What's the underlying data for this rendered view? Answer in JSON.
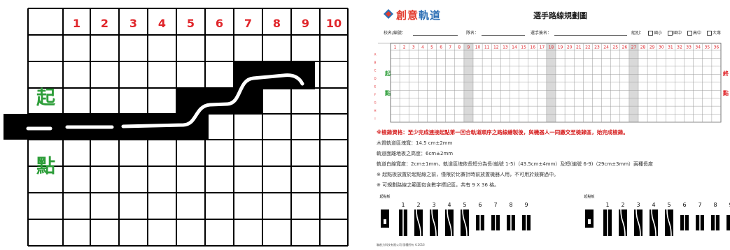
{
  "left_panel": {
    "columns": [
      "1",
      "2",
      "3",
      "4",
      "5",
      "6",
      "7",
      "8",
      "9",
      "10"
    ],
    "start_label_top": "起",
    "start_label_bottom": "點"
  },
  "form": {
    "logo_text_a": "創意",
    "logo_text_b": "軌道",
    "title": "選手路線規劃圖",
    "fields": {
      "school": "校名/編號：",
      "team": "隊名：",
      "player": "選手簽名：",
      "group": "組別："
    },
    "groups": [
      "國小",
      "國中",
      "高中",
      "大專"
    ],
    "grid": {
      "columns": [
        "1",
        "2",
        "3",
        "4",
        "5",
        "6",
        "7",
        "8",
        "9",
        "10",
        "11",
        "12",
        "13",
        "14",
        "15",
        "16",
        "17",
        "18",
        "19",
        "20",
        "21",
        "22",
        "23",
        "24",
        "25",
        "26",
        "27",
        "28",
        "29",
        "30",
        "31",
        "32",
        "33",
        "34",
        "35",
        "36"
      ],
      "rows": [
        "A",
        "B",
        "C",
        "D",
        "E",
        "F",
        "G",
        "H",
        "I"
      ],
      "start_top": "起",
      "start_bottom": "點",
      "end_top": "終",
      "end_bottom": "點"
    },
    "notes": {
      "check": "※檢錄資格：至少完成連接起點第一回合軌道順序之路線繪製後，與機器人一同繳交至檢錄區，始完成檢錄。",
      "n1": "木質軌道區塊寬：14.5 cm±2mm",
      "n2": "軌道面離地板之高度：6cm±2mm",
      "n3": "軌道白線寬度：2cm±1mm、軌道區塊依長短分為長(編號 1-5)（43.5cm±4mm）及短(編號 6-9)（29cm±3mm）兩種長度",
      "n4": "※ 起點板放置於起點線之前，僅限於比賽計時前放置機器人用，不可用於競賽過中。",
      "n5": "※ 可規劃路線之範圍包含數字標記區，共有 9 X 36 格。"
    },
    "pieces": {
      "start_label": "起點板",
      "numbers": [
        "1",
        "2",
        "3",
        "4",
        "5",
        "6",
        "7",
        "8",
        "9"
      ]
    },
    "footer": "聯創力科技有限公司 版權所有 ©2016"
  },
  "colors": {
    "number_red": "#e0262b",
    "label_green": "#2e9e3a",
    "track_black": "#000000",
    "logo_blue": "#2d6fb5"
  }
}
